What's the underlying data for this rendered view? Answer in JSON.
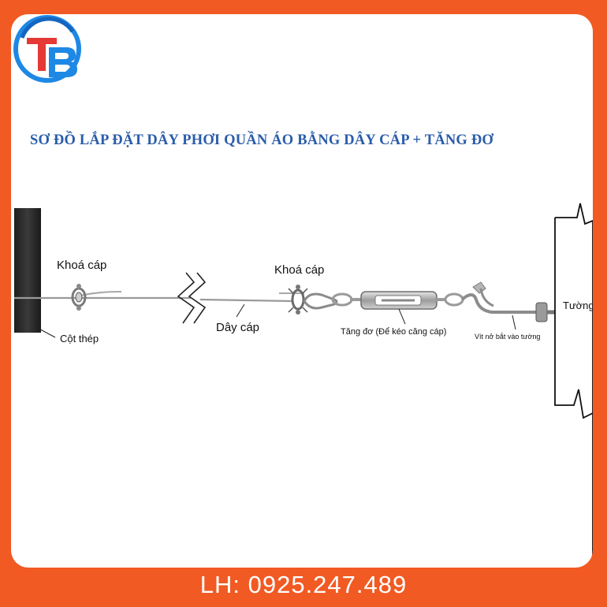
{
  "logo": {
    "text": "TB",
    "colors": {
      "ring": "#1e88e5",
      "letter": "#e53935",
      "accent": "#1565c0"
    }
  },
  "title": "SƠ ĐỒ LẮP ĐẶT DÂY PHƠI QUẦN ÁO BẰNG DÂY CÁP + TĂNG ĐƠ",
  "labels": {
    "cable_clamp_left": "Khoá cáp",
    "cable_clamp_right": "Khoá cáp",
    "steel_post": "Cột thép",
    "cable": "Dây cáp",
    "turnbuckle": "Tăng đơ (Để kéo căng cáp)",
    "wall_screw": "Vít nở bắt vào tường",
    "wall": "Tường"
  },
  "footer": {
    "contact": "LH: 0925.247.489"
  },
  "colors": {
    "background": "#f15a22",
    "card": "#ffffff",
    "title": "#2a5caa",
    "post": "#2b2b2b",
    "cable": "#9a9a9a",
    "metal": "#b8b8b8"
  }
}
